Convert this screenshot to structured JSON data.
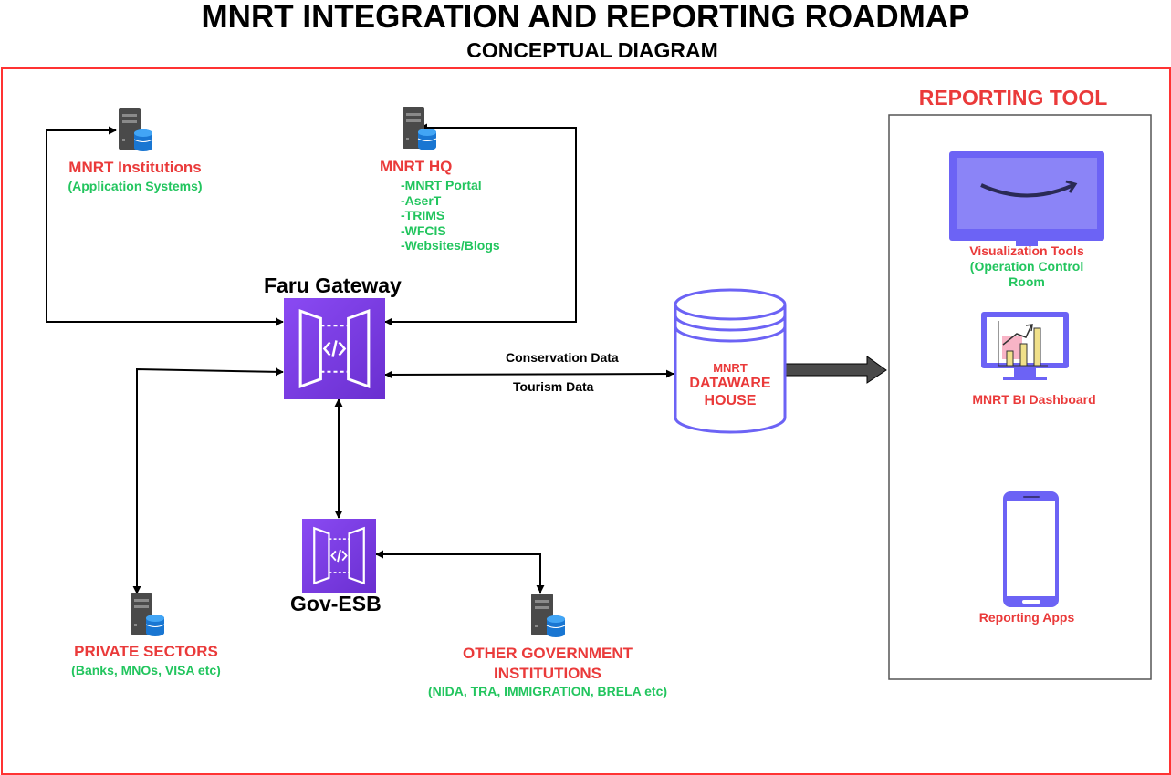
{
  "header": {
    "title": "MNRT INTEGRATION AND REPORTING ROADMAP",
    "subtitle": "CONCEPTUAL DIAGRAM"
  },
  "nodes": {
    "mnrt_institutions": {
      "title": "MNRT Institutions",
      "subtitle": "(Application Systems)"
    },
    "mnrt_hq": {
      "title": "MNRT HQ",
      "items": [
        "-MNRT Portal",
        "-AserT",
        "-TRIMS",
        "-WFCIS",
        "-Websites/Blogs"
      ]
    },
    "faru_gateway": {
      "label": "Faru Gateway"
    },
    "gov_esb": {
      "label": "Gov-ESB"
    },
    "private_sectors": {
      "title": "PRIVATE SECTORS",
      "subtitle": "(Banks, MNOs, VISA etc)"
    },
    "other_gov": {
      "title_line1": "OTHER GOVERNMENT",
      "title_line2": "INSTITUTIONS",
      "subtitle": "(NIDA, TRA, IMMIGRATION, BRELA etc)"
    },
    "datawarehouse": {
      "line1": "MNRT",
      "line2": "DATAWARE",
      "line3": "HOUSE"
    }
  },
  "edges": {
    "conservation_label": "Conservation Data",
    "tourism_label": "Tourism Data"
  },
  "reporting_tool": {
    "title": "REPORTING TOOL",
    "visualization": {
      "title": "Visualization Tools",
      "sub_line1": "(Operation Control",
      "sub_line2": "Room"
    },
    "bi_dashboard": {
      "title": "MNRT BI Dashboard"
    },
    "reporting_apps": {
      "title": "Reporting Apps"
    }
  },
  "colors": {
    "frame_red": "#ff3333",
    "label_red": "#ea3a3a",
    "label_green": "#22c55e",
    "gateway_purple": "#7b3fe4",
    "device_purple": "#6c63f5",
    "server_gray": "#555555",
    "db_blue": "#1e88e5"
  },
  "icons": {
    "server": "server-database-icon",
    "gateway": "api-gateway-icon",
    "db": "database-cylinder-icon",
    "monitor": "monitor-icon",
    "dashboard": "bar-chart-monitor-icon",
    "phone": "smartphone-icon"
  }
}
